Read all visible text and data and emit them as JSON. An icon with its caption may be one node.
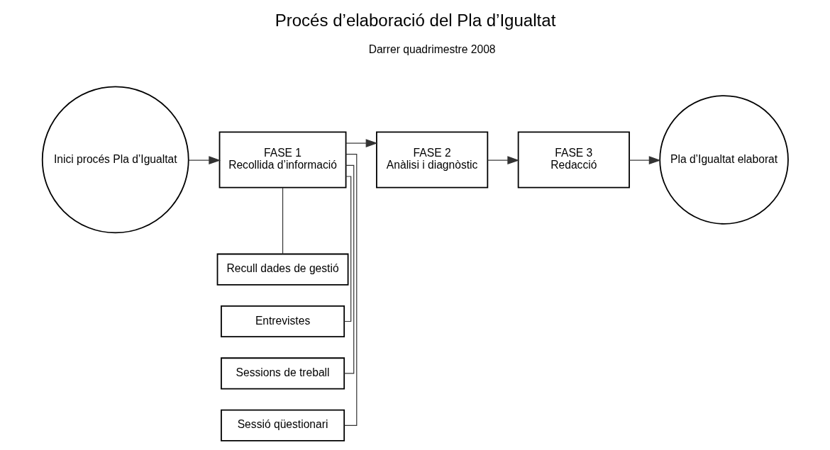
{
  "diagram": {
    "title": "Procés d’elaboració del Pla d’Igualtat",
    "nodes": [
      {
        "text": [
          "Inici procés Pla d’Igualtat"
        ]
      },
      {
        "text": [
          "FASE 1",
          "Recollida d’informació"
        ]
      },
      {
        "text": [
          "FASE 2",
          "Anàlisi i diagnòstic"
        ]
      },
      {
        "text": [
          "FASE 3",
          "Redacció"
        ]
      },
      {
        "text": [
          "Pla d’Igualtat elaborat"
        ]
      },
      {
        "text": [
          "Recull dades de gestió"
        ]
      },
      {
        "text": [
          "Entrevistes"
        ]
      },
      {
        "text": [
          "Sessions de treball"
        ]
      },
      {
        "text": [
          "Sessió qüestionari"
        ]
      }
    ],
    "edges": [
      {
        "from": 0,
        "to": 1,
        "arrow": "to"
      },
      {
        "from": 1,
        "to": 2,
        "arrow": "to"
      },
      {
        "from": 2,
        "to": 3,
        "arrow": "to"
      },
      {
        "from": 3,
        "to": 4,
        "arrow": "to"
      },
      {
        "from": 1,
        "to": 5,
        "arrow": "none"
      },
      {
        "from": 1,
        "to": 6,
        "arrow": "none"
      },
      {
        "from": 1,
        "to": 7,
        "arrow": "none"
      },
      {
        "from": 1,
        "to": 8,
        "arrow": "none"
      }
    ],
    "labels": [
      "Darrer quadrimestre 2008"
    ]
  }
}
